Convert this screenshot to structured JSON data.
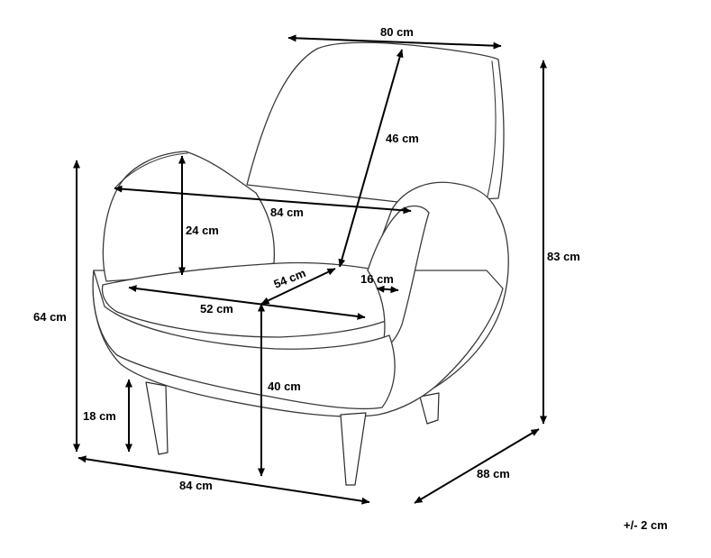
{
  "dimensions": {
    "back_width": "80 cm",
    "back_height": "46 cm",
    "arm_width": "84 cm",
    "arm_height": "24 cm",
    "seat_depth": "54 cm",
    "arm_thickness": "16 cm",
    "seat_width": "52 cm",
    "seat_height": "40 cm",
    "arm_floor_height": "64 cm",
    "total_height": "83 cm",
    "leg_height": "18 cm",
    "total_width": "84 cm",
    "total_depth": "88 cm"
  },
  "tolerance": "+/- 2 cm"
}
